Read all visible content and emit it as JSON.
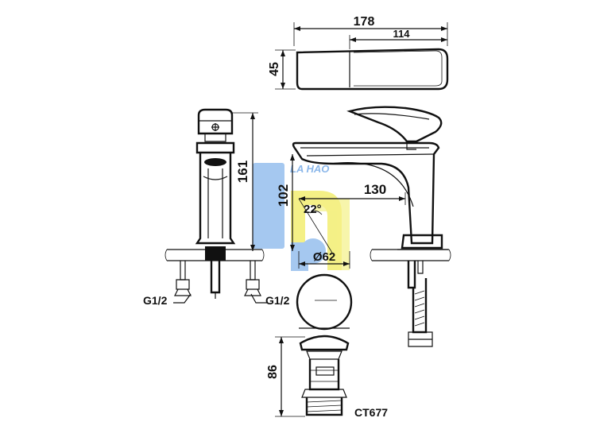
{
  "dimensions": {
    "top_width": "178",
    "top_inner": "114",
    "top_height": "45",
    "side_height": "161",
    "spout_height": "102",
    "spout_reach": "130",
    "angle": "22°",
    "base_diameter": "Ø62",
    "drain_height": "86"
  },
  "labels": {
    "thread_left": "G1/2",
    "thread_right": "G1/2",
    "drain_model": "CT677"
  },
  "watermark": {
    "text": "LA HAO",
    "color_blue": "#9cc3ef",
    "color_yellow": "#f3ef7a"
  }
}
